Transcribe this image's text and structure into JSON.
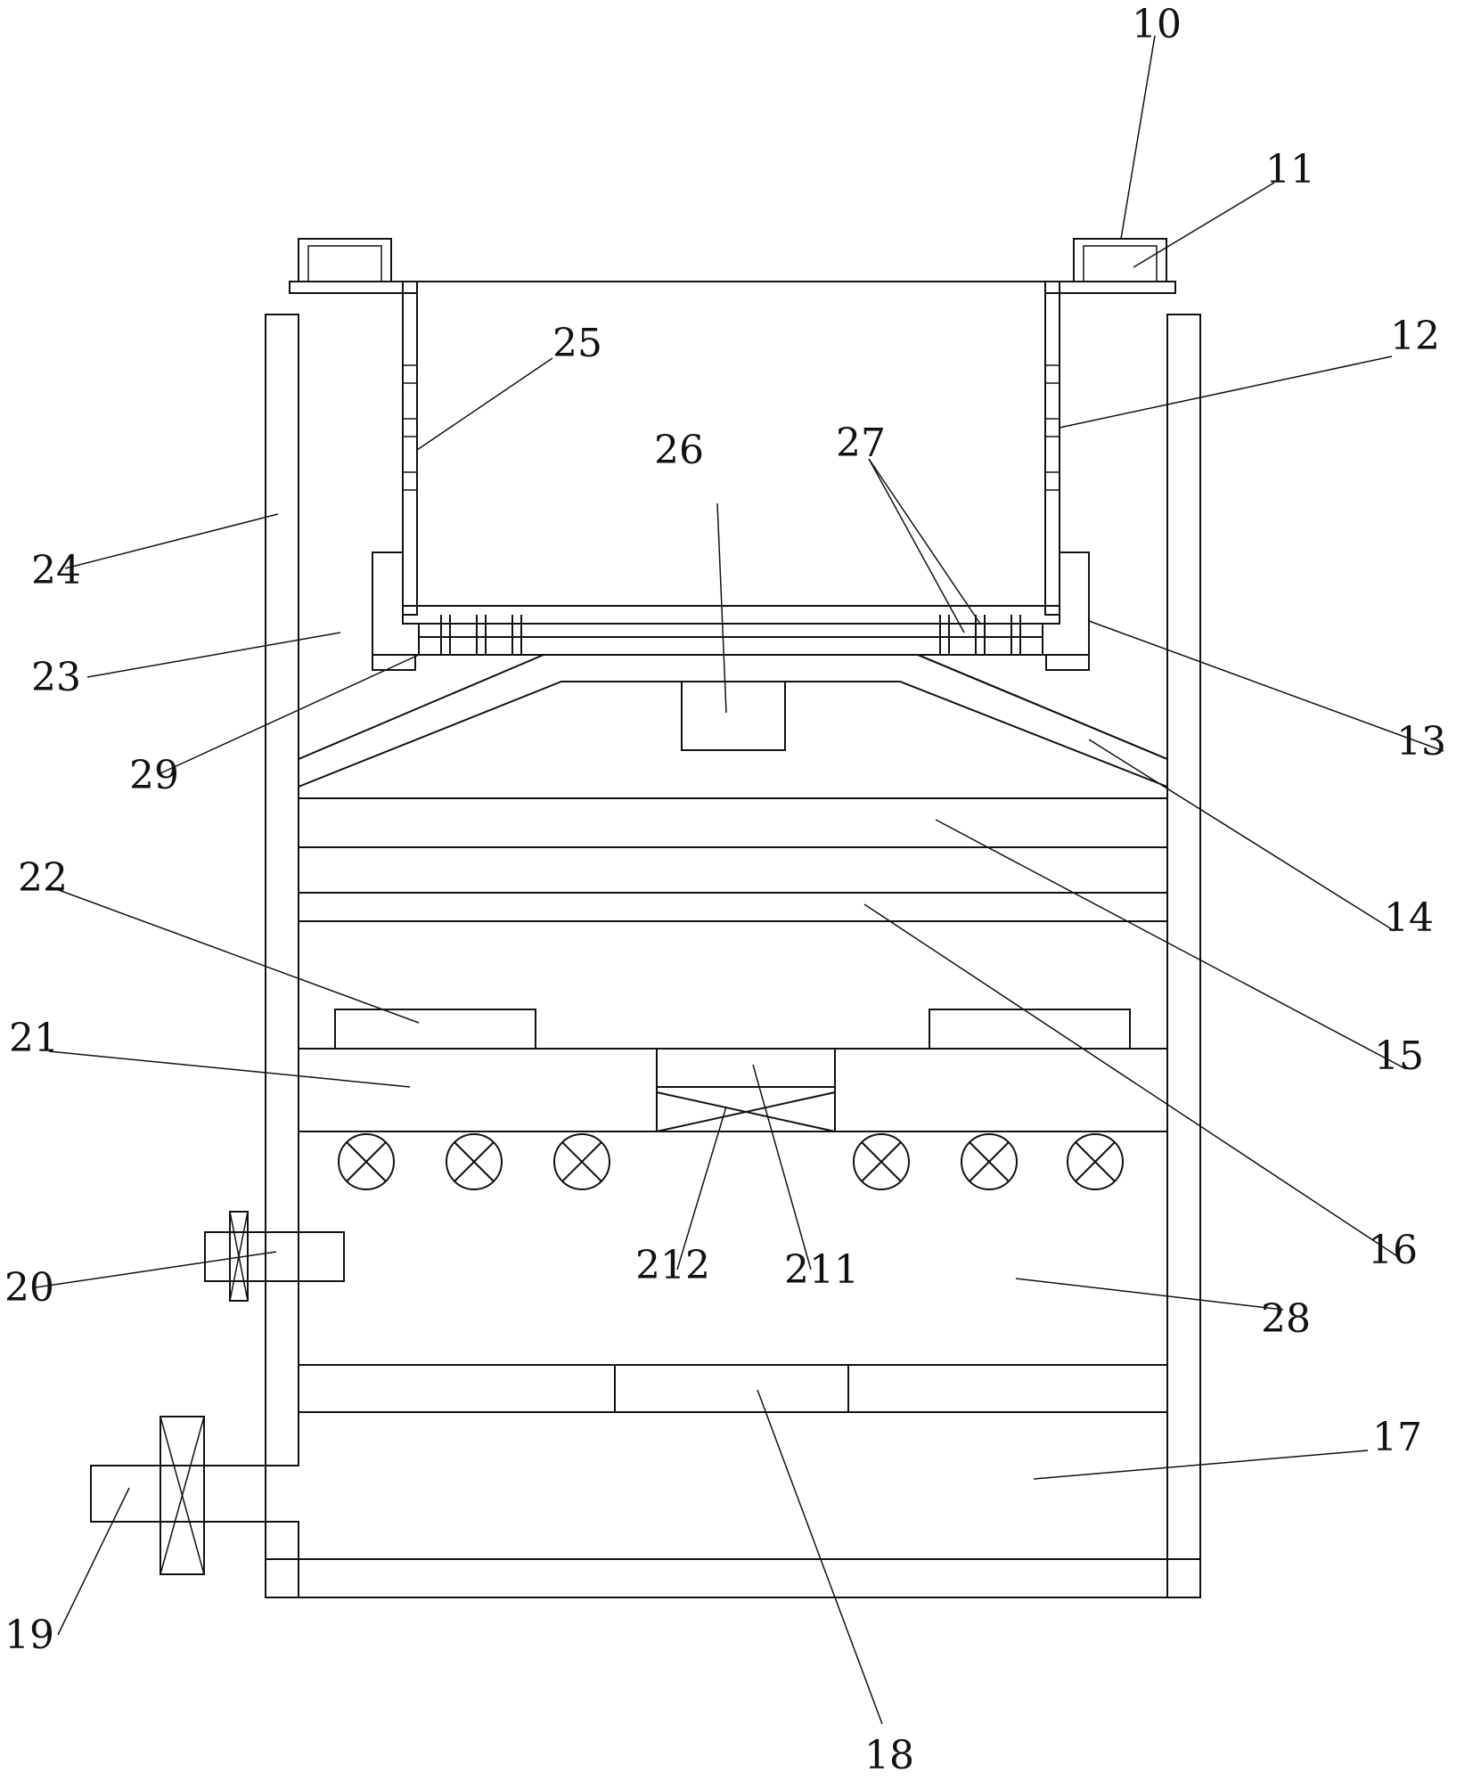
{
  "labels": {
    "l10": "10",
    "l11": "11",
    "l12": "12",
    "l13": "13",
    "l14": "14",
    "l15": "15",
    "l16": "16",
    "l17": "17",
    "l18": "18",
    "l19": "19",
    "l20": "20",
    "l21": "21",
    "l22": "22",
    "l23": "23",
    "l24": "24",
    "l25": "25",
    "l26": "26",
    "l27": "27",
    "l28": "28",
    "l29": "29",
    "l211": "211",
    "l212": "212"
  }
}
